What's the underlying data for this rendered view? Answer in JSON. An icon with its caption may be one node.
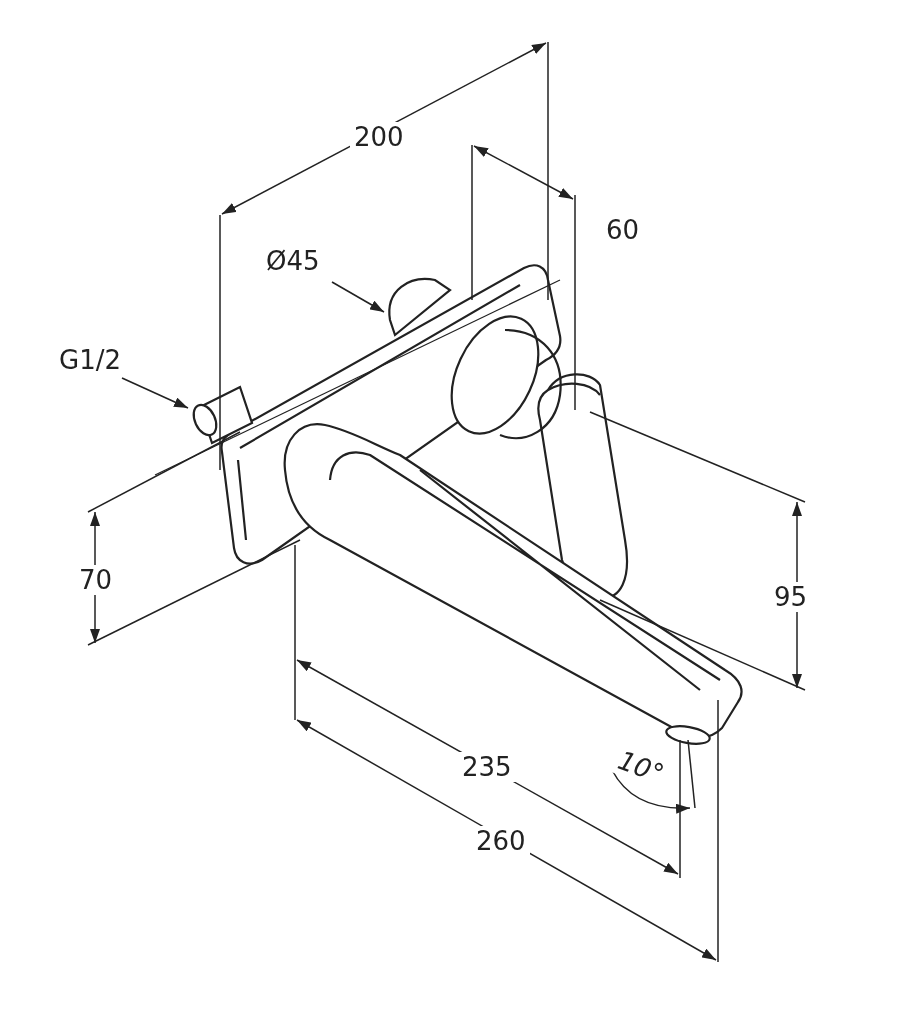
{
  "diagram": {
    "nodes": [
      {
        "text": [
          "G1/2"
        ]
      },
      {
        "text": [
          "Ø45"
        ]
      },
      {
        "text": [],
        "shape": "cylinder"
      },
      {
        "text": [],
        "shape": "cylinder"
      }
    ],
    "edges": [
      {
        "from": 0,
        "to": 2,
        "arrow": "to"
      },
      {
        "from": 1,
        "to": 3,
        "arrow": "to"
      }
    ],
    "labels": [
      "200",
      "60",
      "70",
      "95",
      "235",
      "10°",
      "260"
    ]
  }
}
